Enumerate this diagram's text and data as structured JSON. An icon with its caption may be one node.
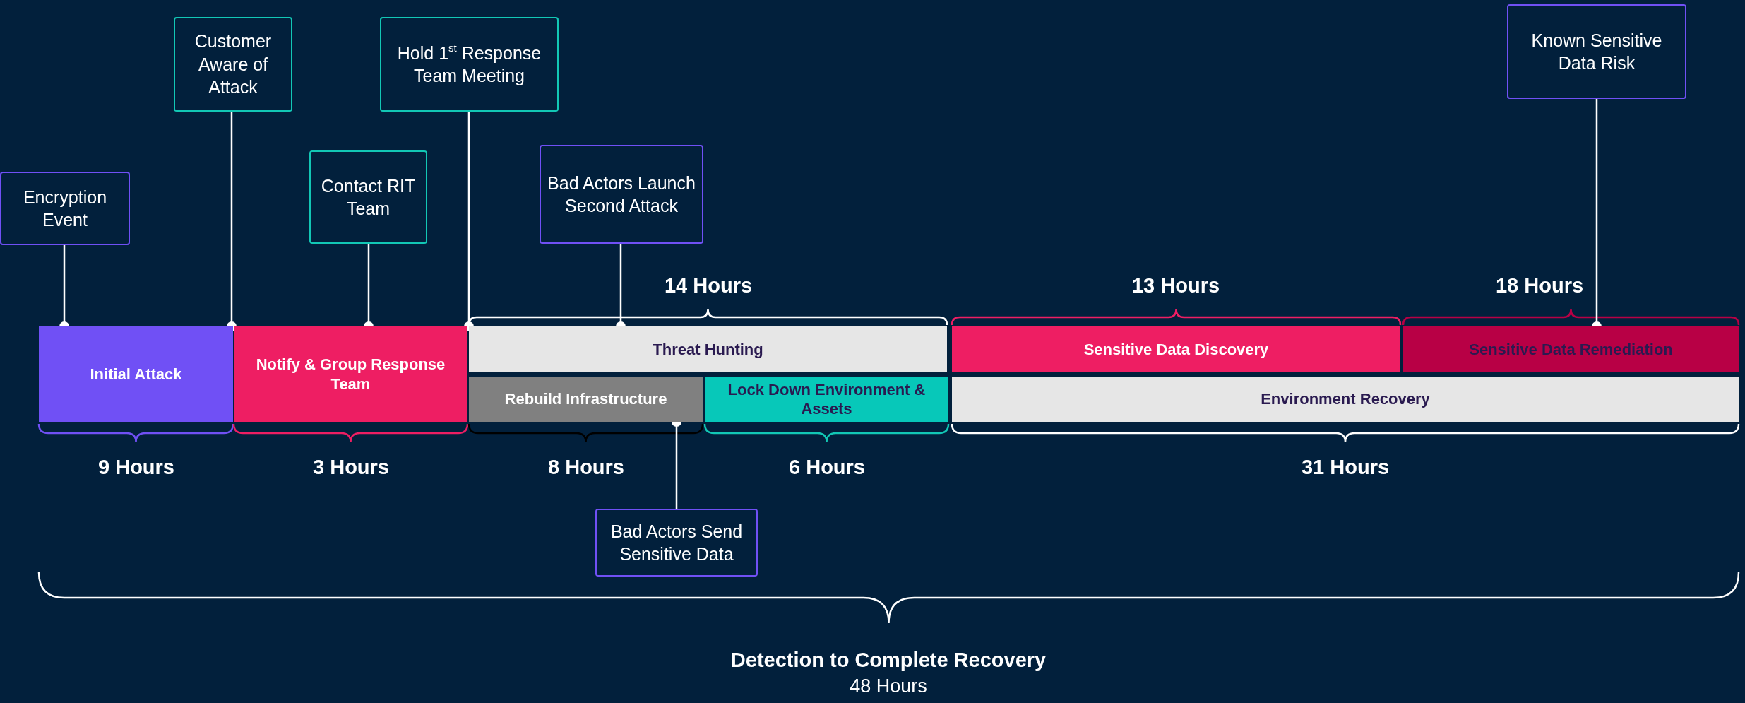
{
  "diagram": {
    "nodes": [
      {
        "text": [
          "Encryption Event"
        ]
      },
      {
        "text": [
          "Customer Aware of Attack"
        ]
      },
      {
        "text": [
          "Contact RIT Team"
        ]
      },
      {
        "text": [
          "Hold 1$^{st}$ Response Team Meeting"
        ]
      },
      {
        "text": [
          "Bad Actors Launch Second Attack"
        ]
      },
      {
        "text": [
          "Known Sensitive Data Risk"
        ]
      },
      {
        "text": [
          "Initial Attack"
        ]
      },
      {
        "text": [
          "Notify & Group Response Team"
        ]
      },
      {
        "text": [
          "Threat Hunting"
        ]
      },
      {
        "text": [
          "Rebuild Infrastructure"
        ]
      },
      {
        "text": [
          "Lock Down Environment & Assets"
        ]
      },
      {
        "text": [
          "Sensitive Data Discovery"
        ]
      },
      {
        "text": [
          "Sensitive Data Remediation"
        ]
      },
      {
        "text": [
          "Environment Recovery"
        ]
      },
      {
        "text": [
          "Bad Actors Send Sensitive Data"
        ]
      }
    ],
    "edges": [
      {
        "from": 0,
        "to": 6,
        "arrow": "other"
      },
      {
        "from": 1,
        "to": 6,
        "arrow": "other"
      },
      {
        "from": 2,
        "to": 7,
        "arrow": "other"
      },
      {
        "from": 3,
        "to": 8,
        "arrow": "other"
      },
      {
        "from": 4,
        "to": 8,
        "arrow": "other"
      },
      {
        "from": 5,
        "to": 12,
        "arrow": "other"
      },
      {
        "from": 14,
        "to": 9,
        "arrow": "other"
      }
    ],
    "labels": [
      "14 Hours",
      "13 Hours",
      "18 Hours",
      "9 Hours",
      "3 Hours",
      "8 Hours",
      "6 Hours",
      "31 Hours",
      "Detection to Complete Recovery",
      "48 Hours"
    ]
  }
}
